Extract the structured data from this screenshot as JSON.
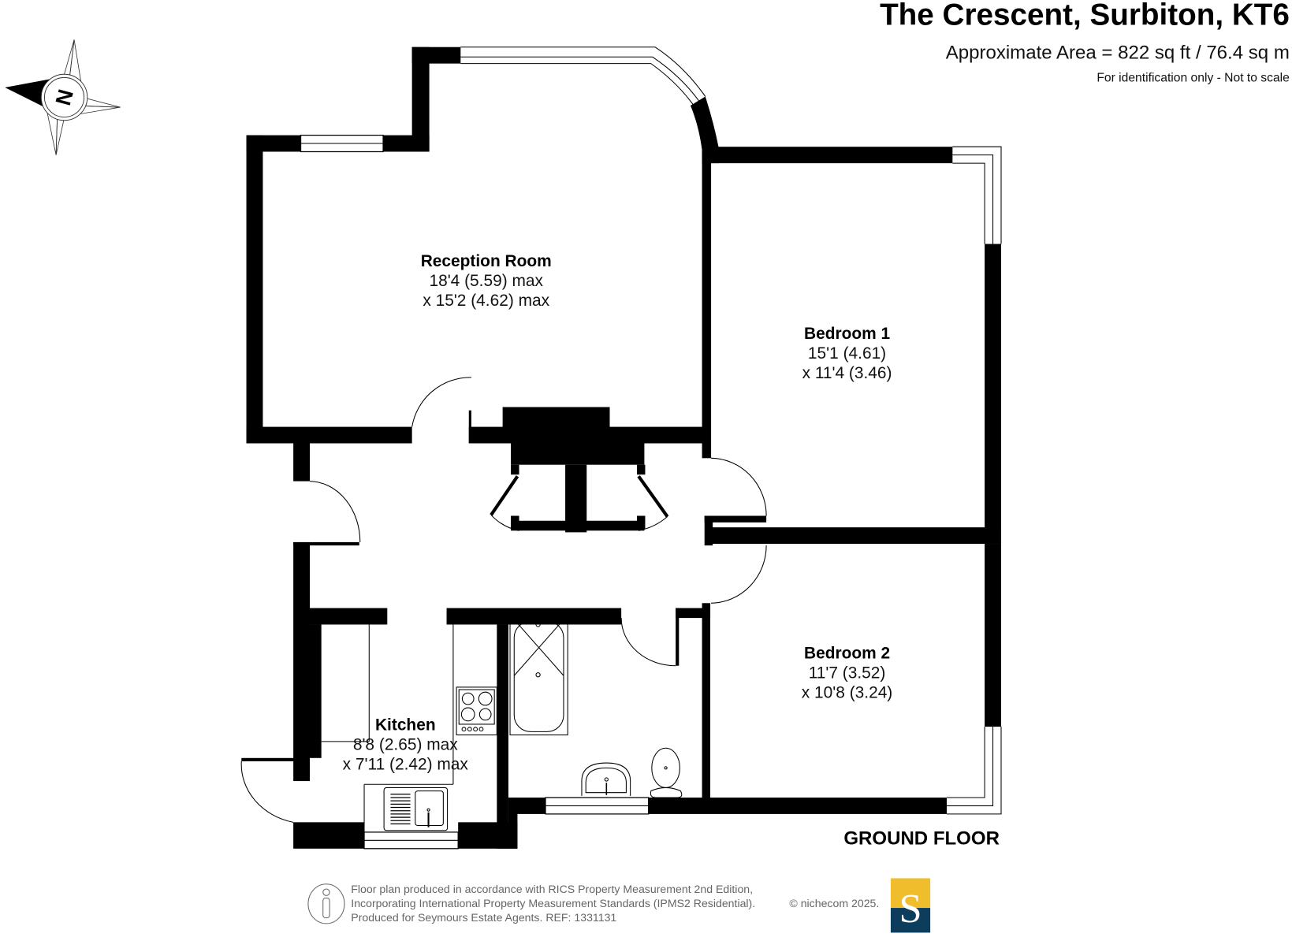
{
  "header": {
    "title": "The Crescent, Surbiton, KT6",
    "area": "Approximate Area = 822 sq ft / 76.4 sq m",
    "disclaimer": "For identification only - Not to scale"
  },
  "compass": {
    "icon": "compass-north-icon",
    "label": "N"
  },
  "rooms": [
    {
      "name": "Reception Room",
      "dim1": "18'4 (5.59) max",
      "dim2": "x 15'2 (4.62) max"
    },
    {
      "name": "Bedroom 1",
      "dim1": "15'1 (4.61)",
      "dim2": "x 11'4 (3.46)"
    },
    {
      "name": "Bedroom 2",
      "dim1": "11'7 (3.52)",
      "dim2": "x 10'8 (3.24)"
    },
    {
      "name": "Kitchen",
      "dim1": "8'8 (2.65) max",
      "dim2": "x 7'11 (2.42) max"
    }
  ],
  "floor_label": "GROUND FLOOR",
  "footer": {
    "line1": "Floor plan produced in accordance with RICS Property Measurement 2nd Edition,",
    "line2": "Incorporating International Property Measurement Standards (IPMS2 Residential).",
    "line3": "Produced for Seymours Estate Agents.   REF: 1331131",
    "copyright": "© nichecom 2025.",
    "person_icon": "person-icon"
  },
  "logo": {
    "letter": "S",
    "top_color": "#f0bd2c",
    "bottom_color": "#0d3d5c"
  }
}
